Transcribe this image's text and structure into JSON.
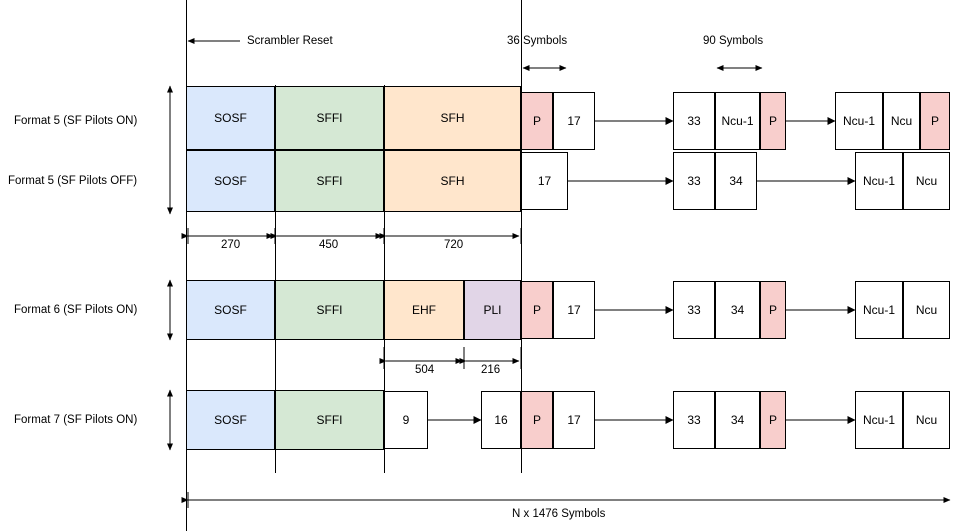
{
  "colors": {
    "sosf": "#dae8fc",
    "sffi": "#d5e8d4",
    "sfh": "#ffe6cc",
    "pli": "#e1d5e7",
    "p": "#f8cecc",
    "white": "#ffffff",
    "line": "#000000"
  },
  "annotations": {
    "scrambler_reset": "Scrambler Reset",
    "symbols_36": "36 Symbols",
    "symbols_90": "90 Symbols",
    "total": "N x 1476 Symbols"
  },
  "dimensions": {
    "d270": "270",
    "d450": "450",
    "d720": "720",
    "d504": "504",
    "d216": "216"
  },
  "rows": [
    {
      "label": "Format 5 (SF Pilots ON)",
      "blocks": [
        {
          "text": "SOSF",
          "fill": "sosf"
        },
        {
          "text": "SFFI",
          "fill": "sffi"
        },
        {
          "text": "SFH",
          "fill": "sfh"
        },
        {
          "text": "P",
          "fill": "p"
        },
        {
          "text": "17",
          "fill": "white"
        },
        {
          "text": "33",
          "fill": "white"
        },
        {
          "text": "Ncu-1",
          "fill": "white"
        },
        {
          "text": "P",
          "fill": "p"
        },
        {
          "text": "Ncu-1",
          "fill": "white"
        },
        {
          "text": "Ncu",
          "fill": "white"
        },
        {
          "text": "P",
          "fill": "p"
        }
      ]
    },
    {
      "label": "Format 5 (SF Pilots OFF)",
      "blocks": [
        {
          "text": "SOSF",
          "fill": "sosf"
        },
        {
          "text": "SFFI",
          "fill": "sffi"
        },
        {
          "text": "SFH",
          "fill": "sfh"
        },
        {
          "text": "17",
          "fill": "white"
        },
        {
          "text": "33",
          "fill": "white"
        },
        {
          "text": "34",
          "fill": "white"
        },
        {
          "text": "Ncu-1",
          "fill": "white"
        },
        {
          "text": "Ncu",
          "fill": "white"
        }
      ]
    },
    {
      "label": "Format 6 (SF Pilots ON)",
      "blocks": [
        {
          "text": "SOSF",
          "fill": "sosf"
        },
        {
          "text": "SFFI",
          "fill": "sffi"
        },
        {
          "text": "EHF",
          "fill": "sfh"
        },
        {
          "text": "PLI",
          "fill": "pli"
        },
        {
          "text": "P",
          "fill": "p"
        },
        {
          "text": "17",
          "fill": "white"
        },
        {
          "text": "33",
          "fill": "white"
        },
        {
          "text": "34",
          "fill": "white"
        },
        {
          "text": "P",
          "fill": "p"
        },
        {
          "text": "Ncu-1",
          "fill": "white"
        },
        {
          "text": "Ncu",
          "fill": "white"
        }
      ]
    },
    {
      "label": "Format 7 (SF Pilots ON)",
      "blocks": [
        {
          "text": "SOSF",
          "fill": "sosf"
        },
        {
          "text": "SFFI",
          "fill": "sffi"
        },
        {
          "text": "9",
          "fill": "white"
        },
        {
          "text": "16",
          "fill": "white"
        },
        {
          "text": "P",
          "fill": "p"
        },
        {
          "text": "17",
          "fill": "white"
        },
        {
          "text": "33",
          "fill": "white"
        },
        {
          "text": "34",
          "fill": "white"
        },
        {
          "text": "P",
          "fill": "p"
        },
        {
          "text": "Ncu-1",
          "fill": "white"
        },
        {
          "text": "Ncu",
          "fill": "white"
        }
      ]
    }
  ]
}
